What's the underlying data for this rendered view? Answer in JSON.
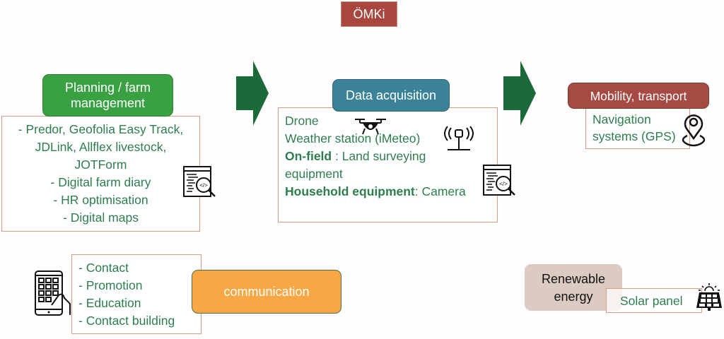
{
  "title": "ÖMKi",
  "colors": {
    "title_bg": "#a9473f",
    "planning": "#3aa142",
    "data": "#3c8297",
    "mobility": "#a64a44",
    "communication": "#f7a744",
    "renewable": "#dccbc3",
    "arrow": "#1c6a3a",
    "text_green": "#2e7d4f",
    "box_border": "#e09a7e"
  },
  "planning": {
    "label": "Planning / farm management",
    "items": [
      "- Predor, Geofolia Easy Track,",
      "JDLink, Allflex livestock,",
      "JOTForm",
      "- Digital farm diary",
      "- HR optimisation",
      "- Digital maps"
    ],
    "icon": "code-search-icon"
  },
  "data_acquisition": {
    "label": "Data acquisition",
    "line1": "Drone",
    "line2": "Weather station (iMeteo)",
    "line3_bold": "On-field",
    "line3_rest": " : Land surveying",
    "line4": "equipment",
    "line5_bold": "Household equipment",
    "line5_rest": ": Camera",
    "icons": [
      "drone-icon",
      "antenna-icon",
      "code-search-icon"
    ]
  },
  "mobility": {
    "label": "Mobility, transport",
    "line1": "Navigation",
    "line2": "systems (GPS)",
    "icon": "location-pin-icon"
  },
  "communication": {
    "label": "communication",
    "items": [
      "- Contact",
      "- Promotion",
      "- Education",
      "- Contact building"
    ],
    "icon": "tablet-touch-icon"
  },
  "renewable": {
    "label_line1": "Renewable",
    "label_line2": "energy",
    "item": "Solar panel",
    "icon": "solar-panel-icon"
  }
}
